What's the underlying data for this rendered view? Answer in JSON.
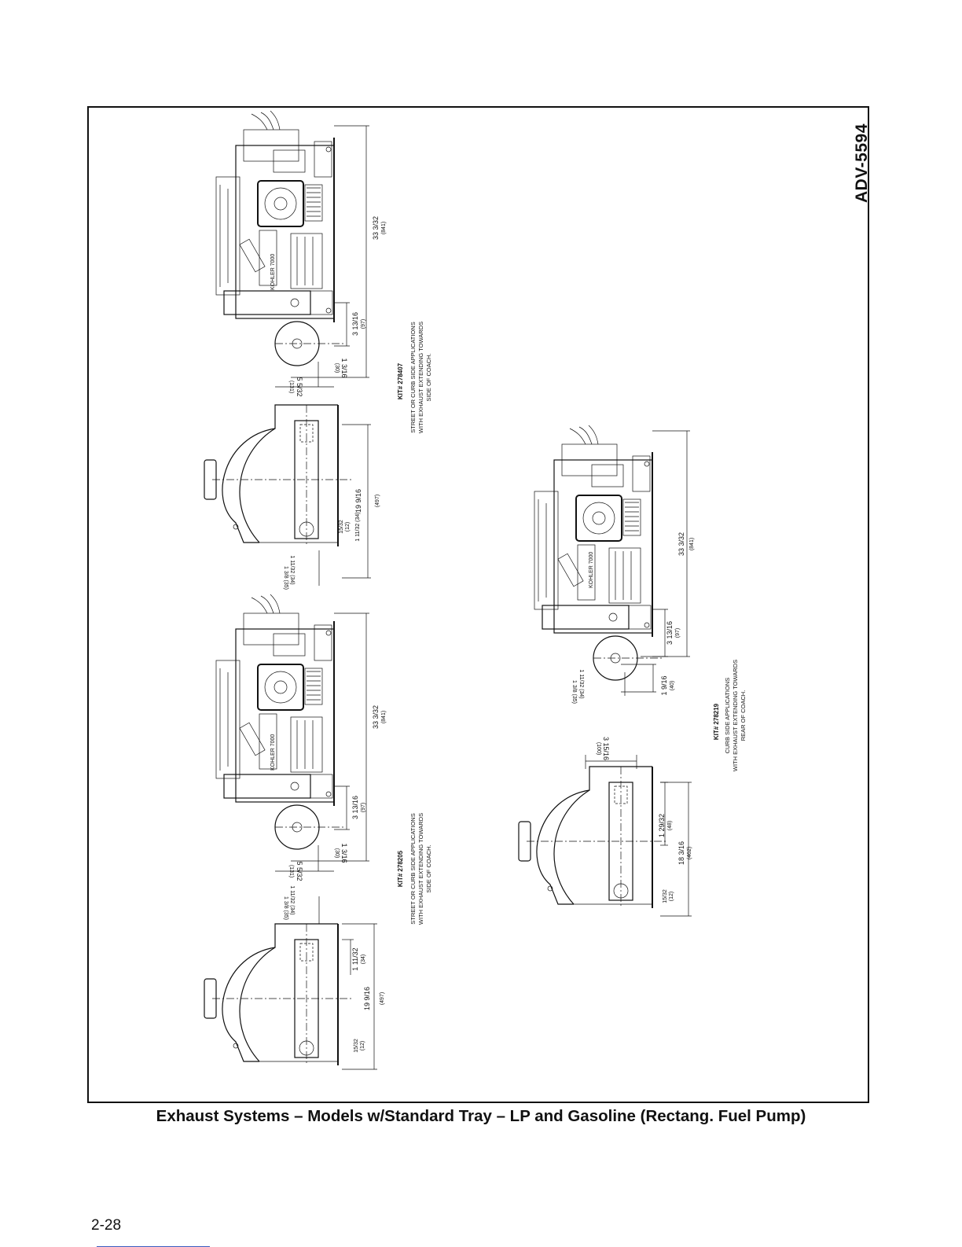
{
  "document": {
    "drawing_id": "ADV-5594",
    "caption": "Exhaust Systems – Models w/Standard Tray – LP and Gasoline (Rectang. Fuel Pump)",
    "page_number": "2-28",
    "brand_label": "KOHLER 7000"
  },
  "kits": [
    {
      "kit_label": "KIT# 278407",
      "note_lines": [
        "STREET OR CURB SIDE APPLICATIONS",
        "WITH EXHAUST EXTENDING TOWARDS",
        "SIDE OF COACH."
      ],
      "side_view_dims": {
        "overall": "33 3/32",
        "overall_mm": "(841)",
        "muffler": "3 13/16",
        "muffler_mm": "(97)",
        "offset_a": "1 3/16",
        "offset_a_mm": "(30)",
        "offset_b": "5 5/32",
        "offset_b_mm": "(131)"
      },
      "end_view_dims": {
        "width": "19 9/16",
        "width_mm": "(497)",
        "small": "15/32",
        "small_mm": "(12)",
        "pipe": "1 11/32 (34)",
        "top_a": "1 11/32 (34)",
        "top_b": "1 3/8 (35)"
      }
    },
    {
      "kit_label": "KIT# 278205",
      "note_lines": [
        "STREET OR CURB SIDE APPLICATIONS",
        "WITH EXHAUST EXTENDING TOWARDS",
        "SIDE OF COACH."
      ],
      "side_view_dims": {
        "overall": "33 3/32",
        "overall_mm": "(841)",
        "muffler": "3 13/16",
        "muffler_mm": "(97)",
        "offset_a": "1 3/16",
        "offset_a_mm": "(30)",
        "offset_b": "5 5/32",
        "offset_b_mm": "(131)"
      },
      "end_view_dims": {
        "top_a": "1 11/32 (34)",
        "top_b": "1 3/8 (35)",
        "pipe": "1 11/32",
        "pipe_mm": "(34)",
        "width": "19 9/16",
        "width_mm": "(497)",
        "small": "15/32",
        "small_mm": "(12)"
      }
    },
    {
      "kit_label": "KIT# 278219",
      "note_lines": [
        "CURB SIDE APPLICATIONS",
        "WITH EXHAUST EXTENDING TOWARDS",
        "REAR OF COACH."
      ],
      "side_view_dims": {
        "overall": "33 3/32",
        "overall_mm": "(841)",
        "muffler": "3 13/16",
        "muffler_mm": "(97)",
        "offset": "1 9/16",
        "offset_mm": "(40)",
        "top_a": "1 11/32 (34)",
        "top_b": "1 3/8 (35)"
      },
      "end_view_dims": {
        "top": "3 15/16",
        "top_mm": "(100)",
        "pipe": "1 29/32",
        "pipe_mm": "(48)",
        "width": "18 3/16",
        "width_mm": "(462)",
        "small": "15/32",
        "small_mm": "(12)"
      }
    }
  ]
}
